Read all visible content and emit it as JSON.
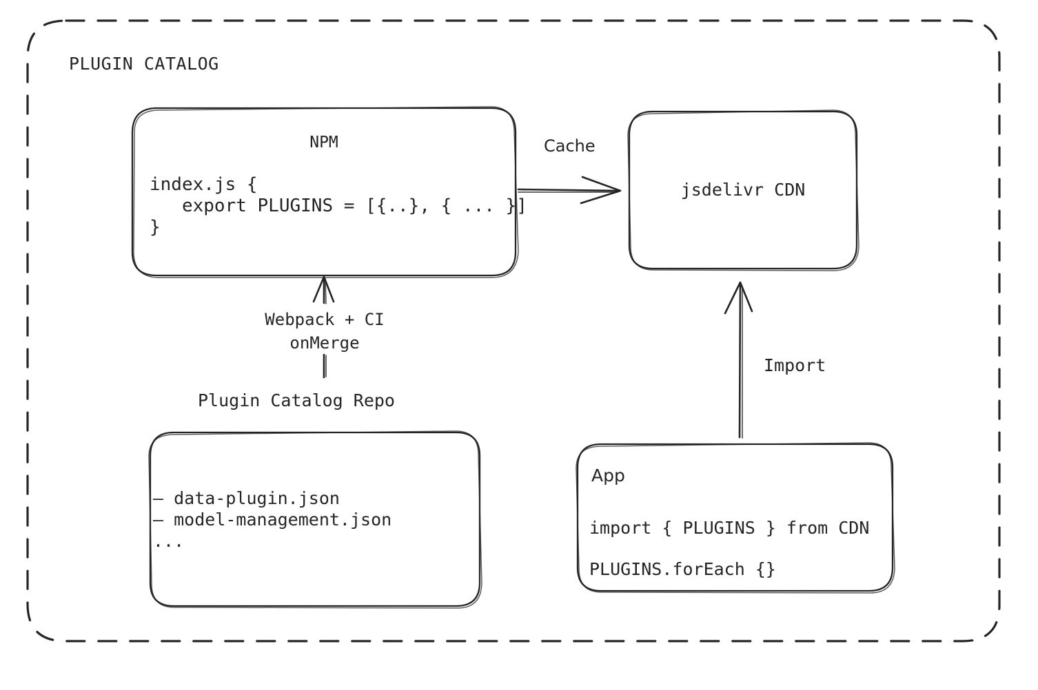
{
  "diagram": {
    "container_title": "PLUGIN CATALOG",
    "stroke_color": "#242424",
    "background_color": "#ffffff"
  },
  "nodes": {
    "npm": {
      "title": "NPM",
      "code_lines": [
        "index.js {",
        "   export PLUGINS = [{..}, { ... }]",
        "}"
      ]
    },
    "cdn": {
      "title": "jsdelivr CDN"
    },
    "repo": {
      "caption": "Plugin Catalog Repo",
      "file_lines": [
        "– data-plugin.json",
        "– model-management.json",
        "..."
      ]
    },
    "app": {
      "title": "App",
      "code_lines": [
        "import { PLUGINS } from CDN",
        "PLUGINS.forEach {}"
      ]
    }
  },
  "edges": {
    "cache": {
      "label": "Cache"
    },
    "build": {
      "label_line1": "Webpack + CI",
      "label_line2": "onMerge"
    },
    "import": {
      "label": "Import"
    }
  }
}
